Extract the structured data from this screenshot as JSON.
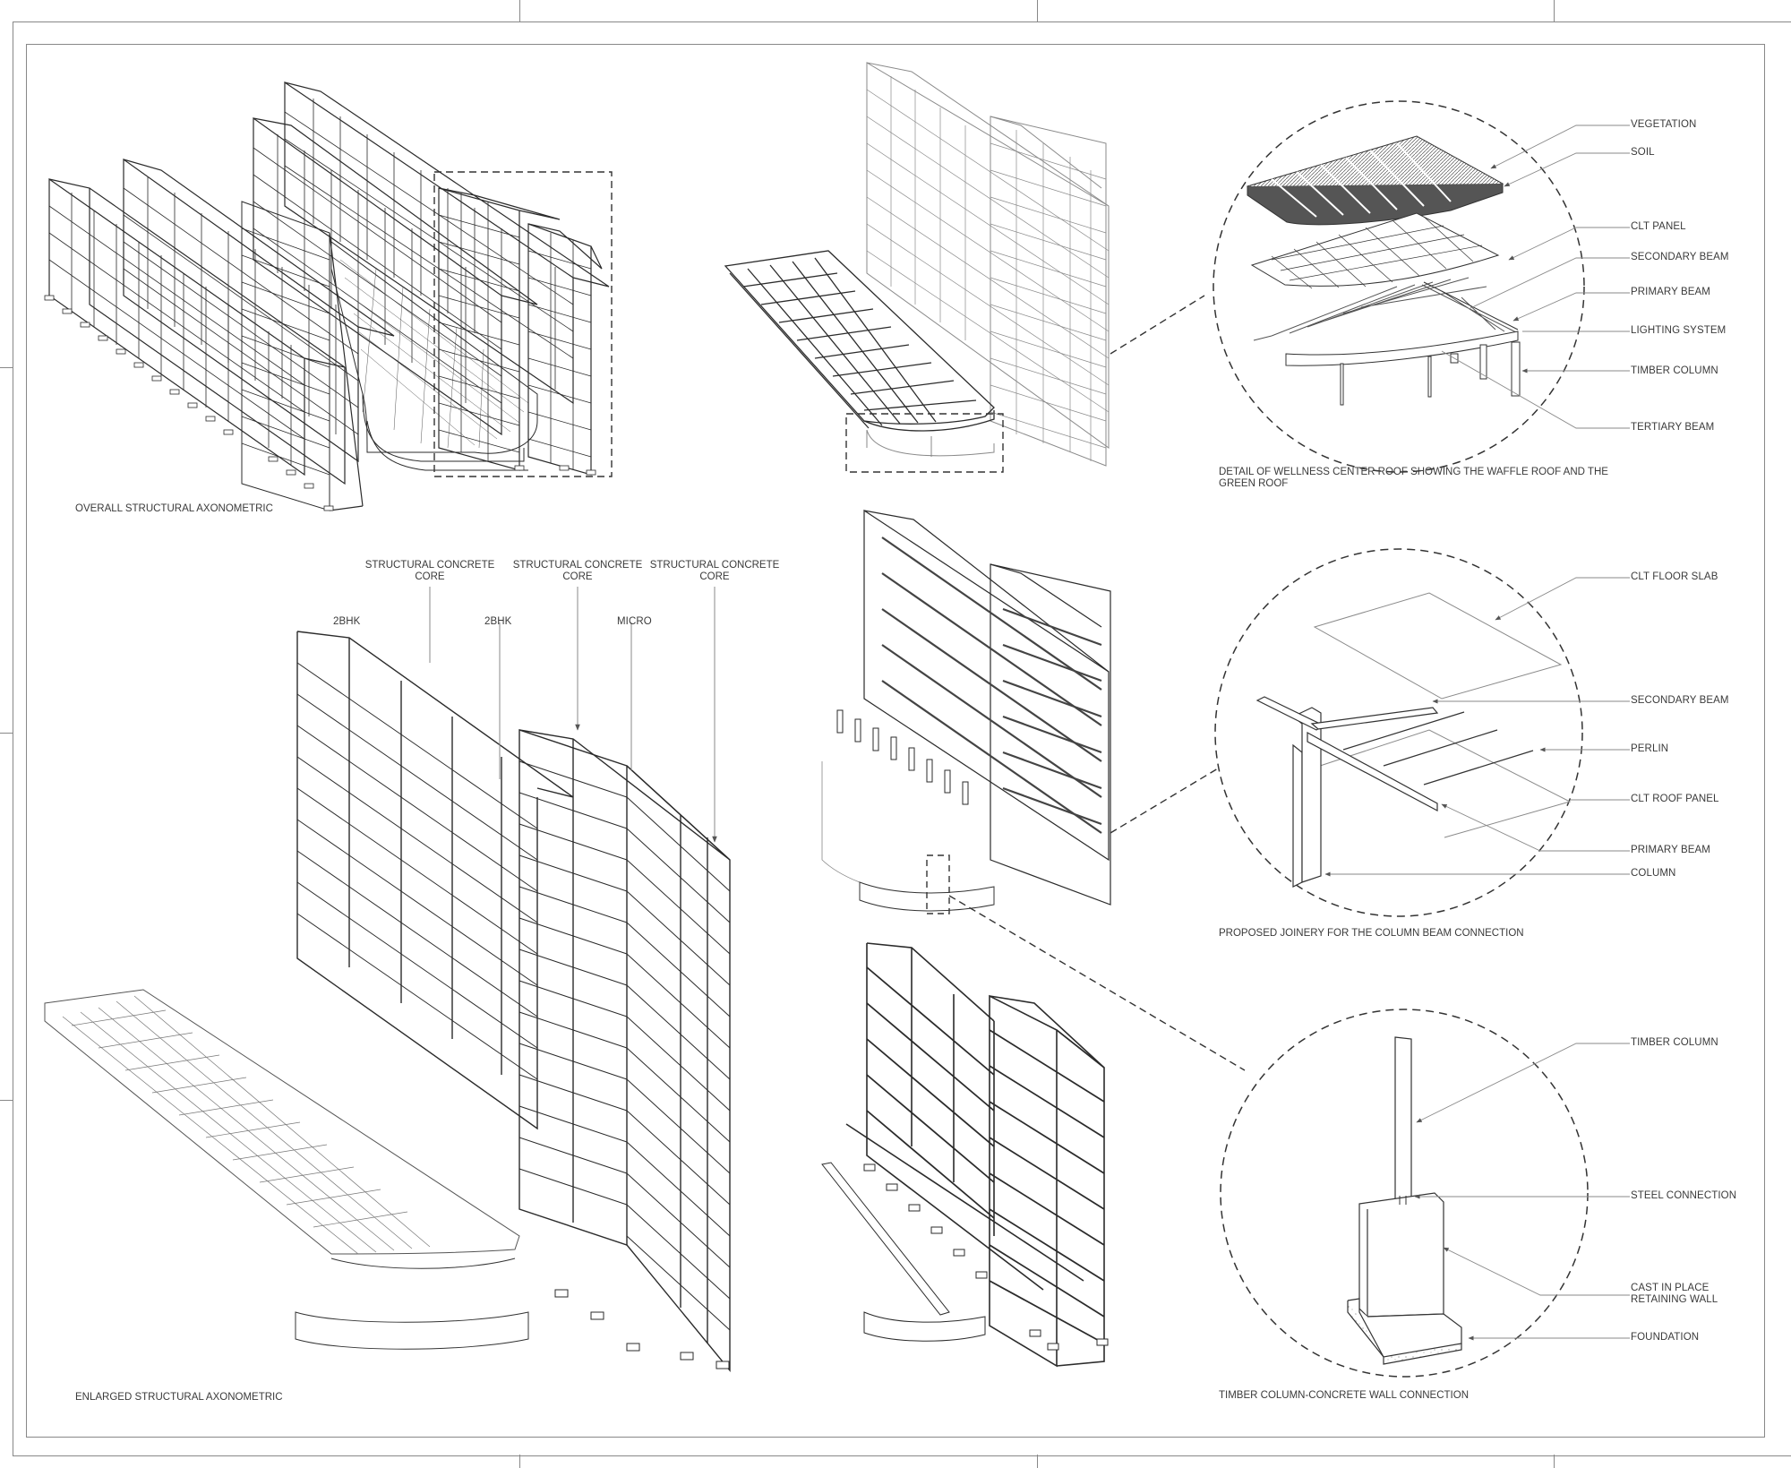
{
  "sheet": {
    "title_captions": {
      "overall": "OVERALL STRUCTURAL AXONOMETRIC",
      "enlarged": "ENLARGED STRUCTURAL AXONOMETRIC",
      "roof_detail_line1": "DETAIL OF WELLNESS CENTER ROOF SHOWING THE WAFFLE ROOF AND THE",
      "roof_detail_line2": "GREEN ROOF",
      "joinery_detail": "PROPOSED JOINERY FOR THE COLUMN BEAM CONNECTION",
      "wall_detail": "TIMBER COLUMN-CONCRETE WALL CONNECTION"
    },
    "enlarged_annotations": {
      "core_1_line1": "STRUCTURAL CONCRETE",
      "core_1_line2": "CORE",
      "core_2_line1": "STRUCTURAL CONCRETE",
      "core_2_line2": "CORE",
      "core_3_line1": "STRUCTURAL CONCRETE",
      "core_3_line2": "CORE",
      "unit_1": "2BHK",
      "unit_2": "2BHK",
      "unit_3": "MICRO"
    },
    "roof_detail_labels": [
      "VEGETATION",
      "SOIL",
      "CLT PANEL",
      "SECONDARY BEAM",
      "PRIMARY BEAM",
      "LIGHTING SYSTEM",
      "TIMBER COLUMN",
      "TERTIARY BEAM"
    ],
    "joinery_detail_labels": [
      "CLT FLOOR SLAB",
      "SECONDARY BEAM",
      "PERLIN",
      "CLT ROOF PANEL",
      "PRIMARY BEAM",
      "COLUMN"
    ],
    "wall_detail_labels": [
      "TIMBER COLUMN",
      "STEEL CONNECTION",
      "CAST IN PLACE",
      "RETAINING WALL",
      "FOUNDATION"
    ],
    "colors": {
      "line": "#2b2b2b",
      "light_line": "#8a8a8a",
      "frame": "#888888",
      "text": "#3a3a3a"
    }
  }
}
